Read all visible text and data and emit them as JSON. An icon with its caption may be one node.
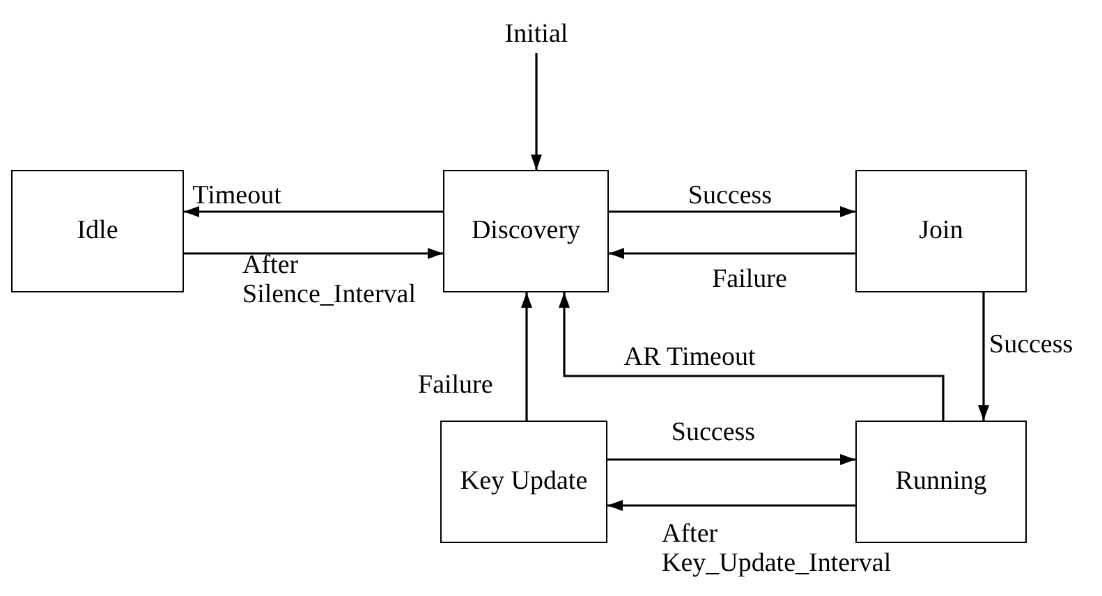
{
  "diagram": {
    "nodes": [
      {
        "text": [
          "Idle"
        ]
      },
      {
        "text": [
          "Discovery"
        ]
      },
      {
        "text": [
          "Join"
        ]
      },
      {
        "text": [
          "Key Update"
        ]
      },
      {
        "text": [
          "Running"
        ]
      },
      {
        "text": [
          "Initial"
        ]
      }
    ],
    "edges": [
      {
        "from": 5,
        "to": 1,
        "arrow": "to"
      },
      {
        "from": 1,
        "to": 0,
        "arrow": "to",
        "label": "Timeout"
      },
      {
        "from": 0,
        "to": 1,
        "arrow": "to",
        "label": "After Silence_Interval"
      },
      {
        "from": 1,
        "to": 2,
        "arrow": "to",
        "label": "Success"
      },
      {
        "from": 2,
        "to": 1,
        "arrow": "to",
        "label": "Failure"
      },
      {
        "from": 2,
        "to": 4,
        "arrow": "to",
        "label": "Success"
      },
      {
        "from": 4,
        "to": 1,
        "arrow": "to",
        "label": "AR Timeout"
      },
      {
        "from": 3,
        "to": 1,
        "arrow": "to",
        "label": "Failure"
      },
      {
        "from": 3,
        "to": 4,
        "arrow": "to",
        "label": "Success"
      },
      {
        "from": 4,
        "to": 3,
        "arrow": "to",
        "label": "After Key_Update_Interval"
      }
    ]
  }
}
